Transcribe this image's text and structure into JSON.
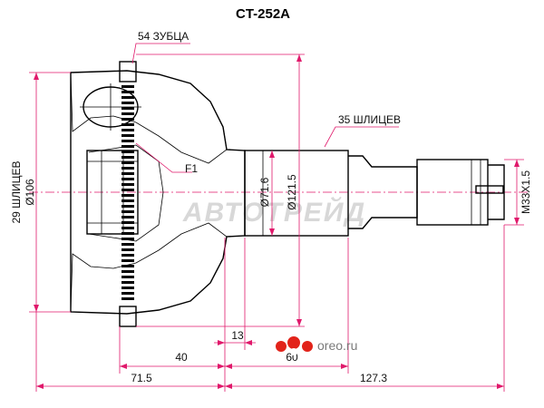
{
  "title": "CT-252A",
  "labels": {
    "teeth": "54 ЗУБЦА",
    "outer_splines": "35 ШЛИЦЕВ",
    "inner_splines": "29 ШЛИЦЕВ",
    "f1": "F1",
    "d_outer": "Ø106",
    "d_shaft": "Ø71.6",
    "d_abs": "Ø121.5",
    "thread": "M33X1.5",
    "len_13": "13",
    "len_40": "40",
    "len_60": "60",
    "len_71_5": "71.5",
    "len_127_3": "127.3"
  },
  "watermark": "АВТОТРЕЙД",
  "brand": "oreo.ru",
  "colors": {
    "dimension": "#e0196b",
    "outline": "#000000",
    "watermark": "#d8d8d8",
    "logo_red": "#e2231a"
  }
}
